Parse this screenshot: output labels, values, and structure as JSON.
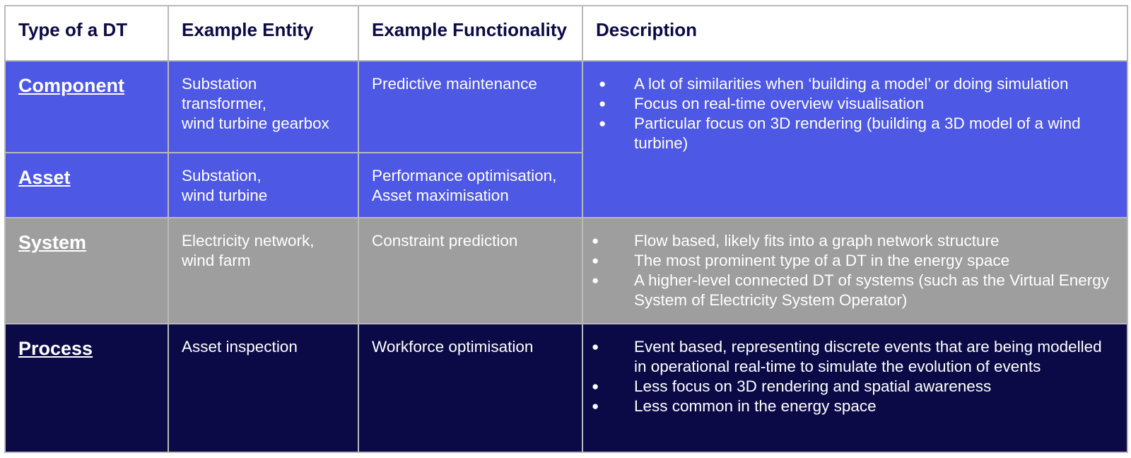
{
  "headers": {
    "type": "Type of a DT",
    "entity": "Example Entity",
    "functionality": "Example Functionality",
    "description": "Description"
  },
  "rows": {
    "component": {
      "type": "Component",
      "entity": "Substation\ntransformer,\nwind turbine gearbox",
      "functionality": "Predictive maintenance"
    },
    "asset": {
      "type": "Asset",
      "entity": "Substation,\nwind turbine",
      "functionality": "Performance optimisation,\nAsset maximisation"
    },
    "system": {
      "type": "System",
      "entity": "Electricity network,\nwind farm",
      "functionality": "Constraint prediction"
    },
    "process": {
      "type": "Process",
      "entity": "Asset inspection",
      "functionality": "Workforce optimisation"
    }
  },
  "descriptions": {
    "component_asset": [
      "A lot of similarities when ‘building a model’ or doing simulation",
      "Focus on real-time overview visualisation",
      "Particular focus on 3D rendering (building a 3D model of a wind turbine)"
    ],
    "system": [
      "Flow based, likely fits into a graph network structure",
      "The most prominent type of a DT in the energy space",
      "A higher-level connected DT of systems (such as the Virtual Energy System of Electricity System Operator)"
    ],
    "process": [
      "Event based, representing discrete events that are being modelled in operational real-time to simulate the evolution of events",
      "Less focus on 3D rendering and spatial awareness",
      "Less common in the energy space"
    ]
  },
  "colors": {
    "header_text": "#0b0a47",
    "component_asset_bg": "#4d58e4",
    "system_bg": "#9e9e9e",
    "process_bg": "#0b0a47",
    "border": "#b9b9b9"
  }
}
